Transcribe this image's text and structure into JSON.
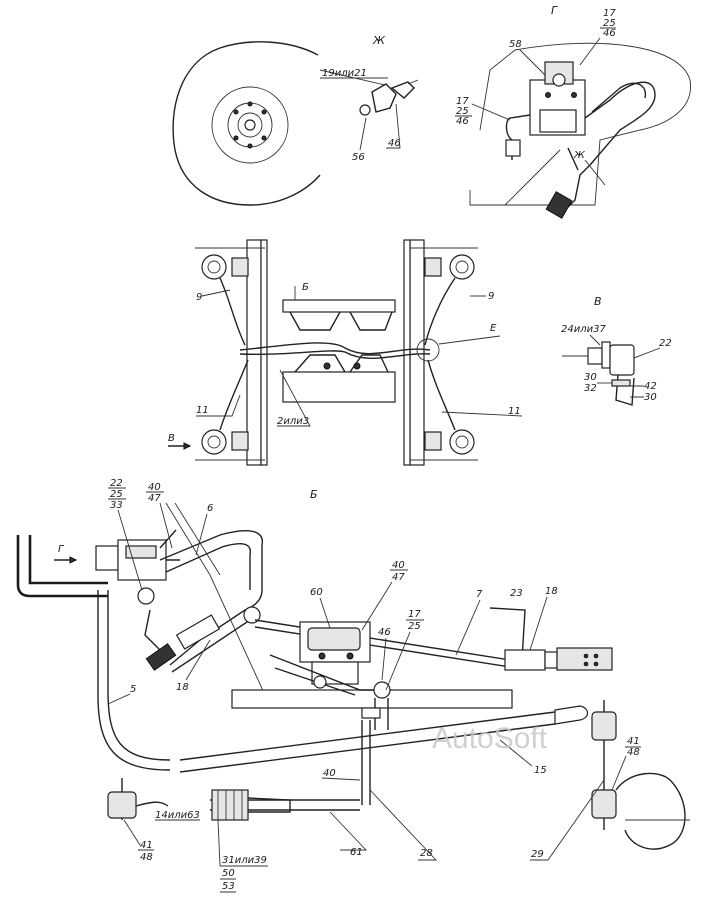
{
  "views": {
    "zh": "Ж",
    "g": "Г",
    "v": "В",
    "b": "Б",
    "b_small": "Б",
    "e": "Е",
    "v_arrow": "В",
    "g_arrow": "Г",
    "zh_arrow": "Ж"
  },
  "labels": {
    "l_19ili21": "19или21",
    "l_56": "56",
    "l_46_zh": "46",
    "l_58": "58",
    "l_17_g_top": "17",
    "l_25_g_top": "25",
    "l_46_g_top": "46",
    "l_17_g_left": "17",
    "l_25_g_left": "25",
    "l_46_g_left": "46",
    "l_9_left": "9",
    "l_9_right": "9",
    "l_11_left": "11",
    "l_11_right": "11",
    "l_2ili3": "2или3",
    "l_24ili37": "24или37",
    "l_22_v": "22",
    "l_30_v_a": "30",
    "l_32_v": "32",
    "l_42_v": "42",
    "l_30_v_b": "30",
    "l_22_b": "22",
    "l_25_b": "25",
    "l_33_b": "33",
    "l_40_b_top": "40",
    "l_47_b_top": "47",
    "l_6": "6",
    "l_60": "60",
    "l_40_b_mid": "40",
    "l_47_b_mid": "47",
    "l_7": "7",
    "l_23": "23",
    "l_18_right": "18",
    "l_17_b": "17",
    "l_25_b2": "25",
    "l_46_b": "46",
    "l_5": "5",
    "l_18_left": "18",
    "l_15": "15",
    "l_41_right": "41",
    "l_48_right": "48",
    "l_40_b_low": "40",
    "l_14ili63": "14или63",
    "l_41_left": "41",
    "l_48_left": "48",
    "l_31ili39": "31или39",
    "l_50": "50",
    "l_53": "53",
    "l_61": "61",
    "l_28": "28",
    "l_29": "29"
  },
  "watermark": "AutoSoft"
}
